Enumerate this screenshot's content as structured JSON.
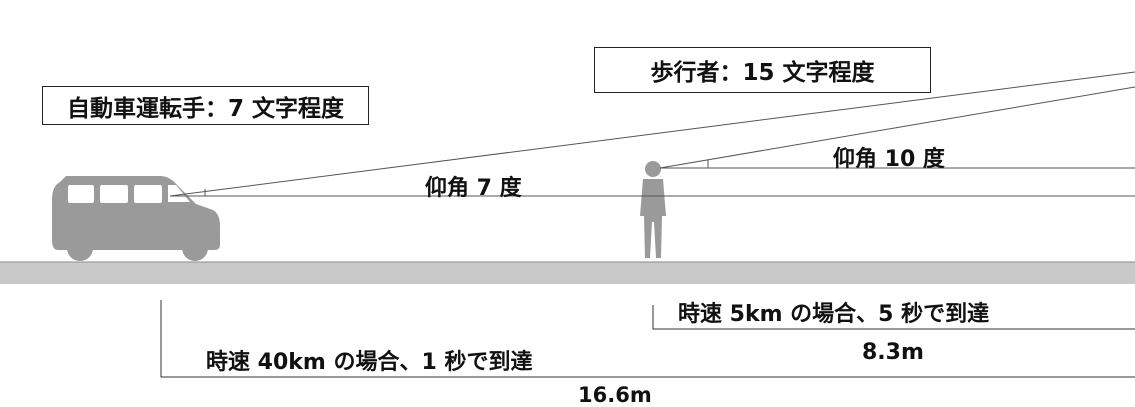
{
  "driver_box": "自動車運転手：7 文字程度",
  "pedestrian_box": "歩行者：15 文字程度",
  "driver_angle_label": "仰角 7 度",
  "pedestrian_angle_label": "仰角 10 度",
  "pedestrian_speed_label": "時速 5km の場合、5 秒で到達",
  "pedestrian_distance": "8.3m",
  "car_speed_label": "時速 40km の場合、1 秒で到達",
  "car_distance": "16.6m",
  "colors": {
    "ground": "#c9c9c9",
    "silhouette": "#9a9a9a",
    "line": "#555555"
  }
}
